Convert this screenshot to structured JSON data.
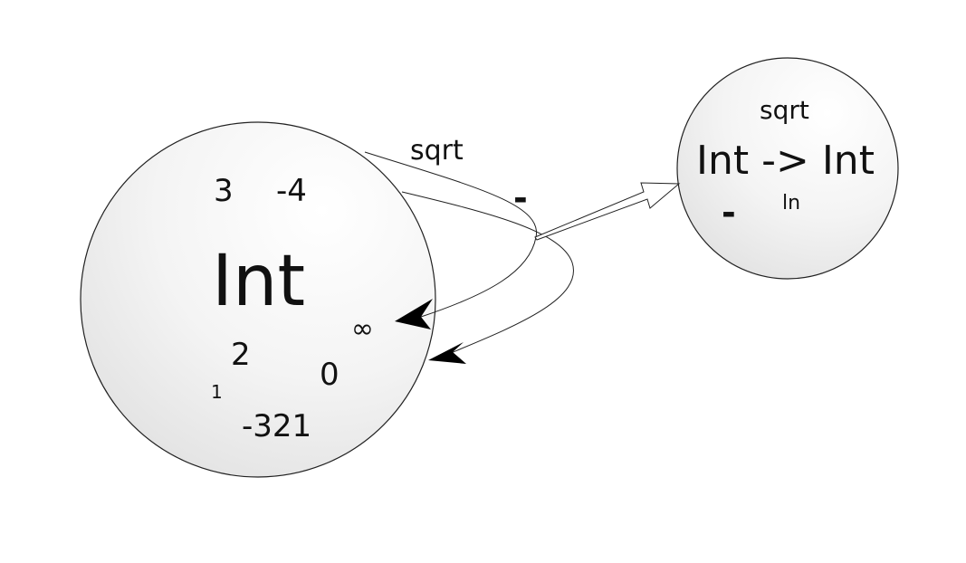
{
  "int_set": {
    "title": "Int",
    "values": {
      "three": "3",
      "neg_four": "-4",
      "infinity": "∞",
      "two": "2",
      "zero": "0",
      "one": "1",
      "neg_321": "-321"
    }
  },
  "function_set": {
    "title": "Int -> Int",
    "members": {
      "sqrt": "sqrt",
      "minus": "-",
      "ln": "ln"
    }
  },
  "edges": {
    "sqrt_label": "sqrt",
    "minus_label": "-"
  },
  "colors": {
    "stroke": "#222222",
    "fill_light": "#ffffff",
    "fill_dark": "#e4e4e4",
    "text": "#111111",
    "arrowhead": "#000000"
  }
}
